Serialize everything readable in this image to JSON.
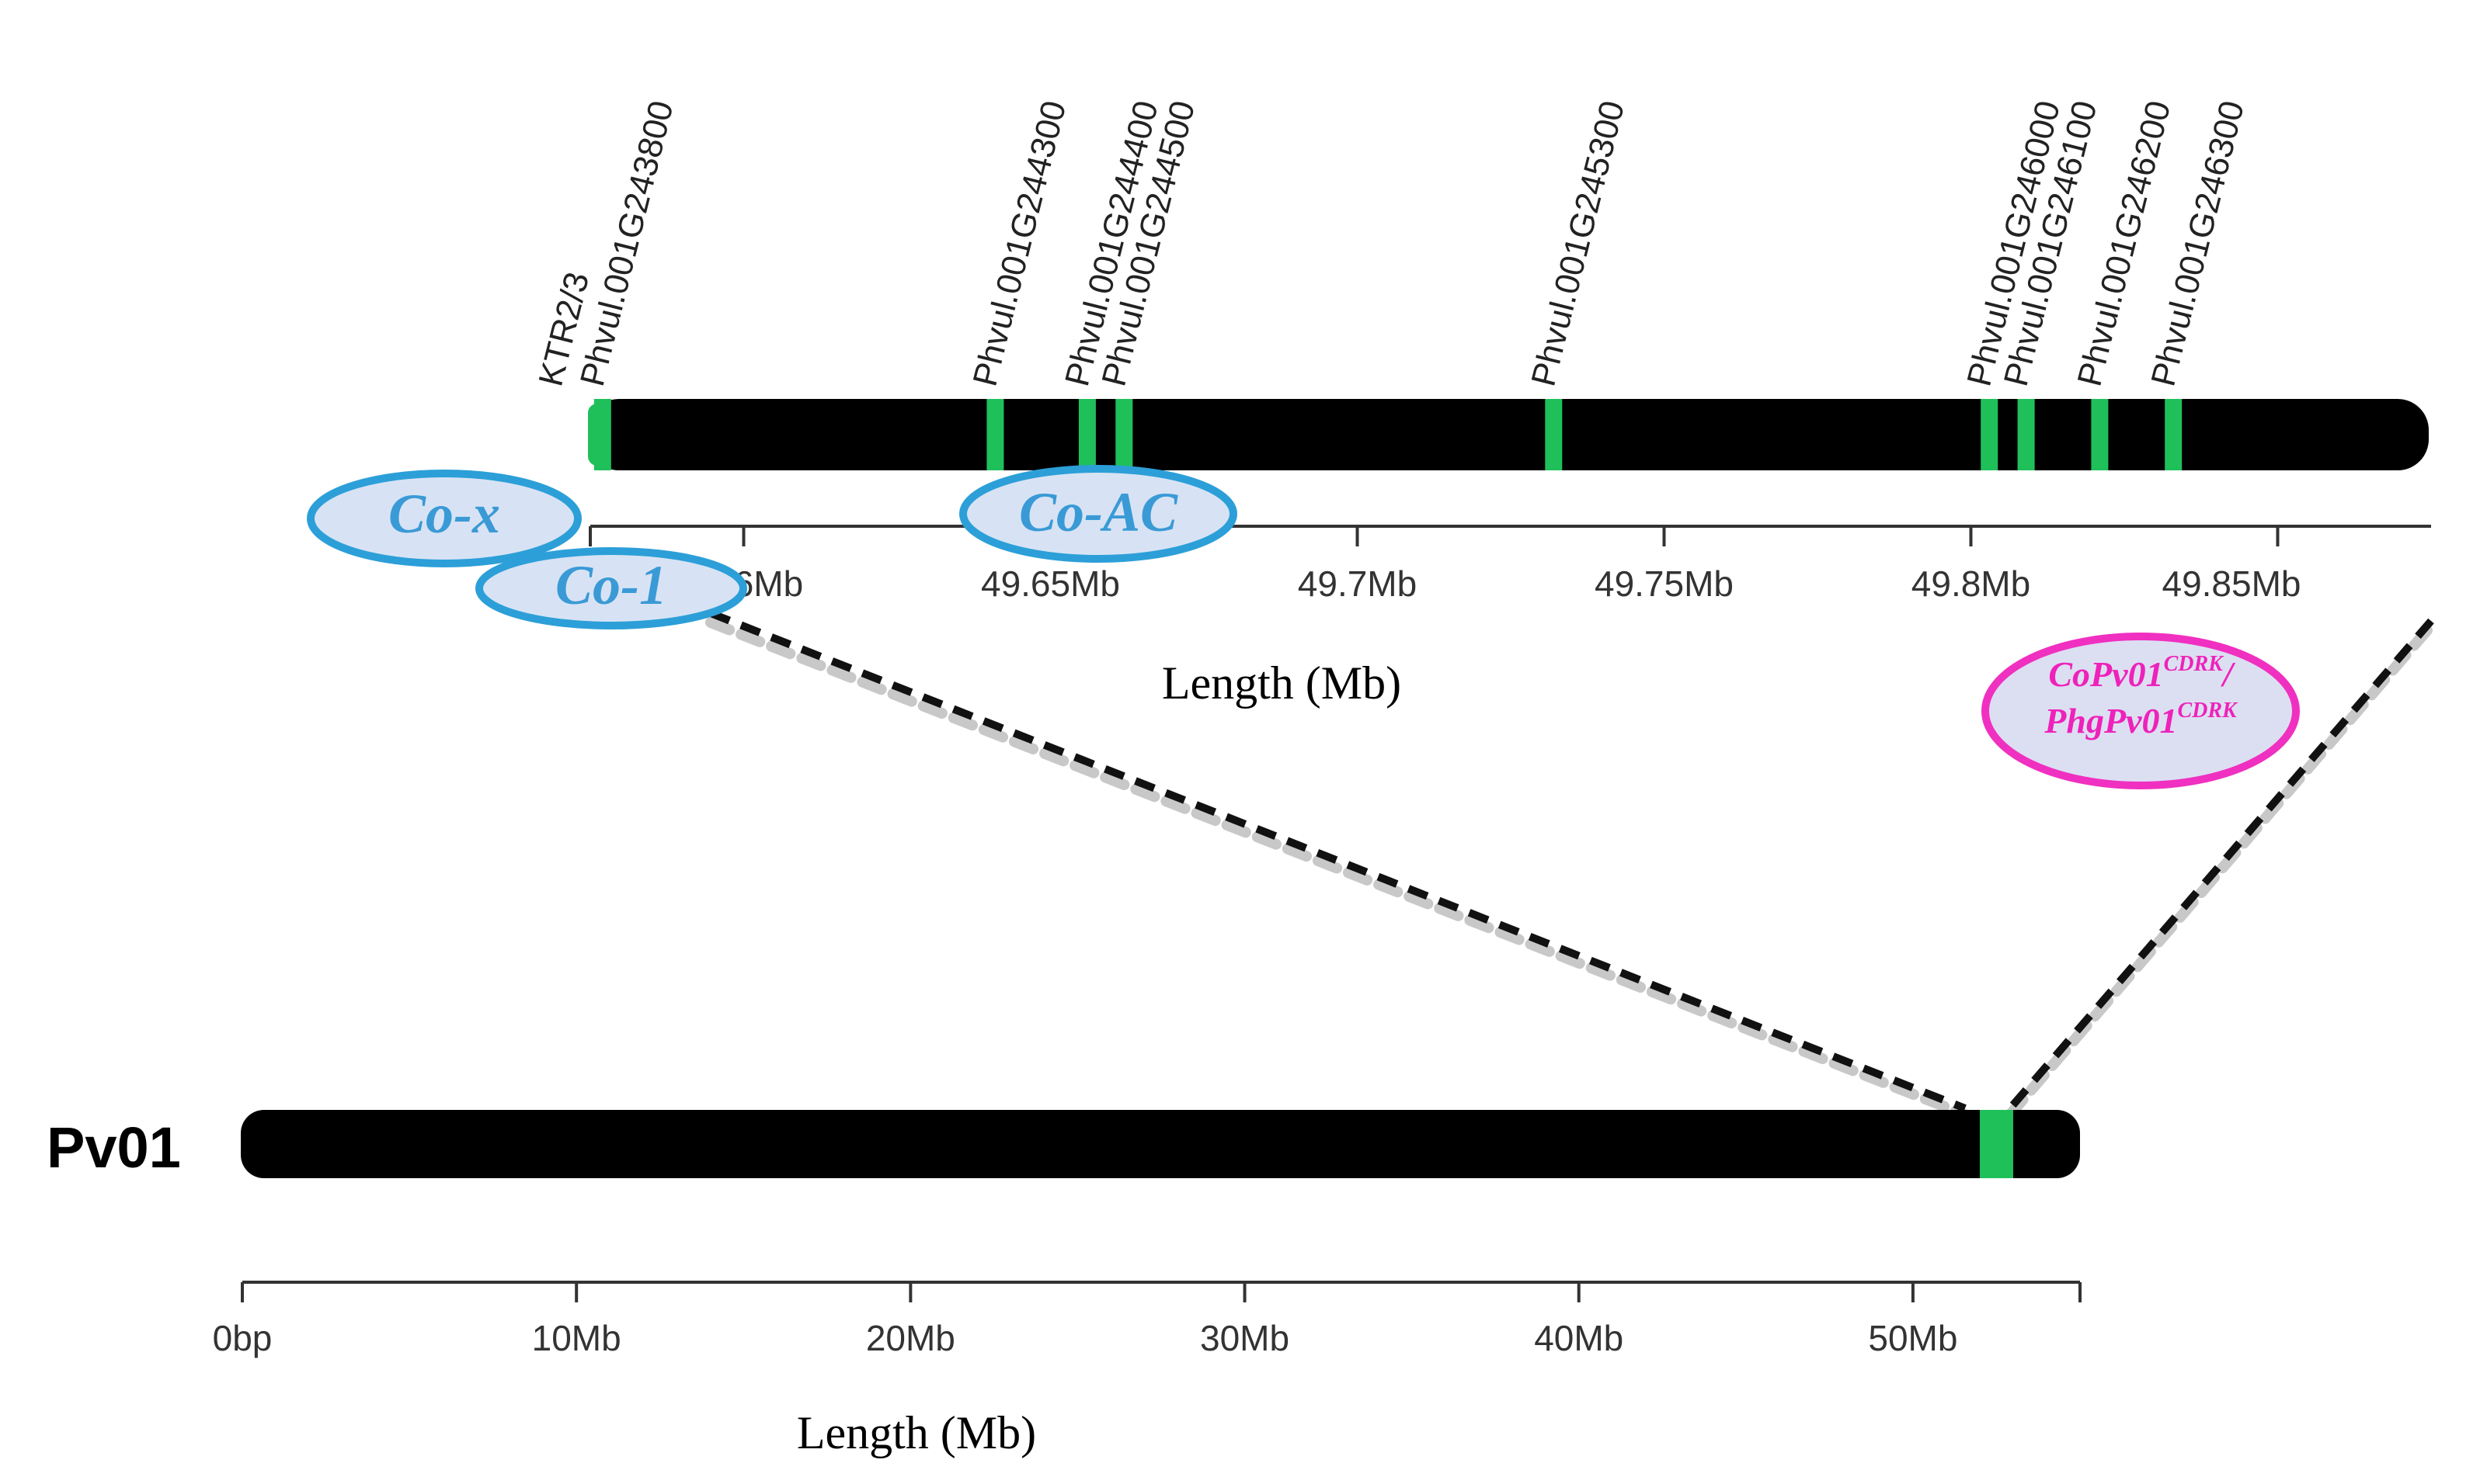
{
  "detail_region": {
    "gene_labels": [
      "KTR2/3",
      "Phvul.001G243800",
      "Phvul.001G244300",
      "Phvul.001G244400",
      "Phvul.001G244500",
      "Phvul.001G245300",
      "Phvul.001G246000",
      "Phvul.001G246100",
      "Phvul.001G246200",
      "Phvul.001G246300"
    ],
    "gene_positions_mb": [
      49.572,
      49.577,
      49.641,
      49.656,
      49.662,
      49.732,
      49.803,
      49.809,
      49.821,
      49.833
    ],
    "axis": {
      "range_mb": [
        49.575,
        49.875
      ],
      "ticks": [
        "49.6Mb",
        "49.65Mb",
        "49.7Mb",
        "49.75Mb",
        "49.8Mb",
        "49.85Mb"
      ],
      "tick_values_mb": [
        49.6,
        49.65,
        49.7,
        49.75,
        49.8,
        49.85
      ],
      "title": "Length (Mb)"
    }
  },
  "loci": {
    "co_x": "Co-x",
    "co_1": "Co-1",
    "co_ac": "Co-AC",
    "cdrk_line1_main": "CoPv01",
    "cdrk_line1_sup": "CDRK",
    "cdrk_line1_tail": "/",
    "cdrk_line2_main": "PhgPv01",
    "cdrk_line2_sup": "CDRK"
  },
  "chromosome": {
    "name": "Pv01",
    "length_mb": 55,
    "highlight_mb": [
      52.0,
      53.0
    ],
    "axis": {
      "ticks": [
        "0bp",
        "10Mb",
        "20Mb",
        "30Mb",
        "40Mb",
        "50Mb"
      ],
      "tick_values_mb": [
        0,
        10,
        20,
        30,
        40,
        50
      ],
      "title": "Length (Mb)"
    }
  },
  "colors": {
    "chromosome": "#000000",
    "gene_mark": "#1fc05a",
    "locus_blue_stroke": "#2c9fd8",
    "locus_blue_fill": "#d7e3f4",
    "locus_pink_stroke": "#f030c0",
    "locus_pink_fill": "#dcdff2"
  }
}
